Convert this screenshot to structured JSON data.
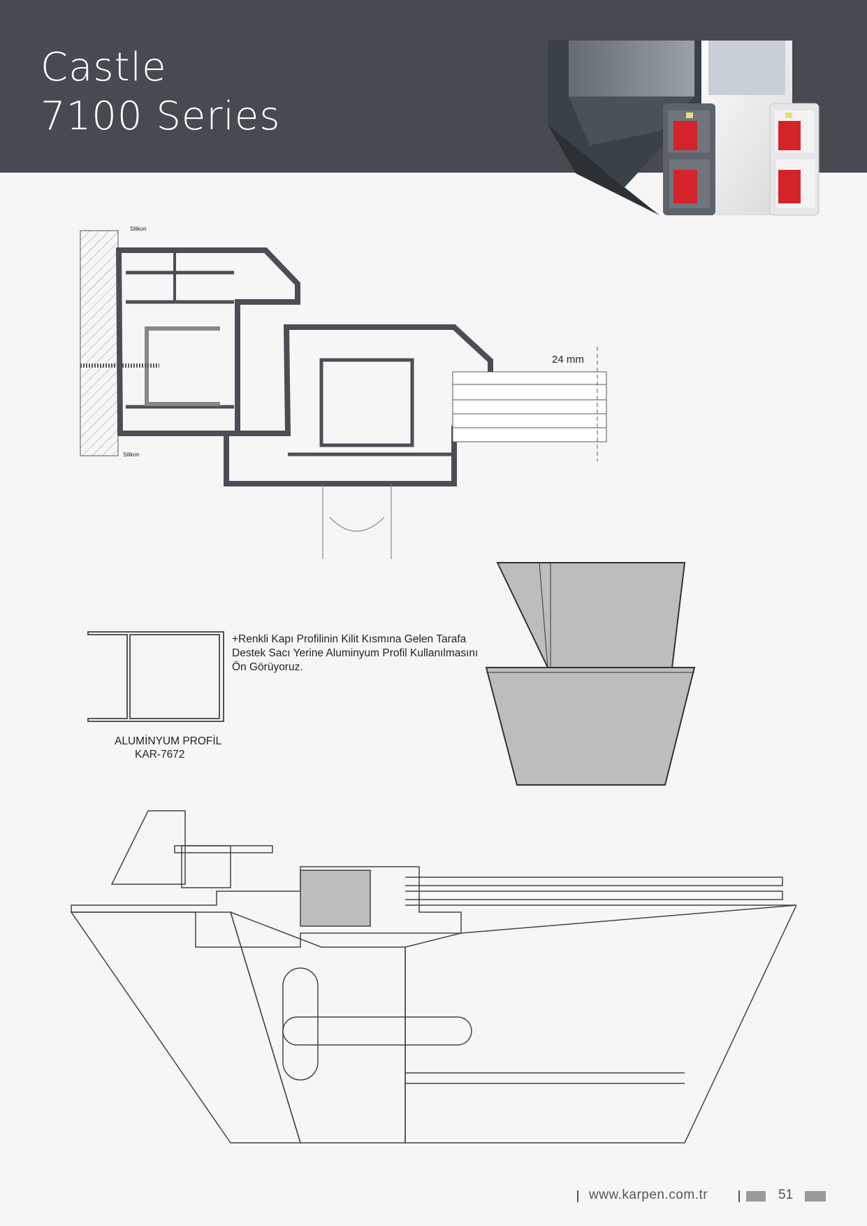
{
  "header": {
    "title_line1": "Castle",
    "title_line2": "7100 Series"
  },
  "section_drawing": {
    "dimension_label": "24 mm",
    "sealant_label_top": "Silikon",
    "sealant_label_bottom": "Silikon"
  },
  "profile": {
    "note_line1": "+Renkli Kapı Profilinin Kilit Kısmına Gelen Tarafa",
    "note_line2": "Destek Sacı Yerine Aluminyum Profil Kullanılmasını",
    "note_line3": "Ön Görüyoruz.",
    "name": "ALUMİNYUM PROFİL",
    "code": "KAR-7672"
  },
  "footer": {
    "website": "www.karpen.com.tr",
    "page_number": "51"
  },
  "colors": {
    "header_bg": "#474b51",
    "profile_dark": "#4b4f55",
    "gasket_red": "#d3242b",
    "aluminium_grey": "#bdbdbd"
  }
}
